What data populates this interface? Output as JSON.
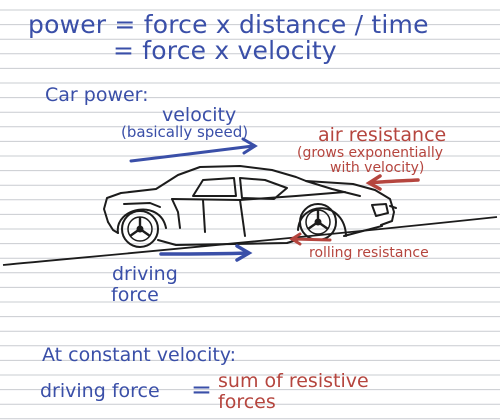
{
  "equations": {
    "line1": "power = force x distance / time",
    "line2": "= force x velocity"
  },
  "section_label": "Car power:",
  "velocity_label": "velocity",
  "velocity_note": "(basically speed)",
  "air_resistance": {
    "title": "air resistance",
    "note1": "(grows exponentially",
    "note2": "with velocity)"
  },
  "rolling_resistance": "rolling resistance",
  "driving_force": {
    "line1": "driving",
    "line2": "force"
  },
  "conclusion": {
    "heading": "At constant velocity:",
    "lhs": "driving force",
    "equals": "=",
    "rhs_line1": "sum of resistive",
    "rhs_line2": "forces"
  },
  "colors": {
    "ink_blue": "#3a4fa8",
    "ink_red": "#b5453e",
    "ruled_line": "#c9ccd1",
    "car_stroke": "#1c1c1c"
  }
}
